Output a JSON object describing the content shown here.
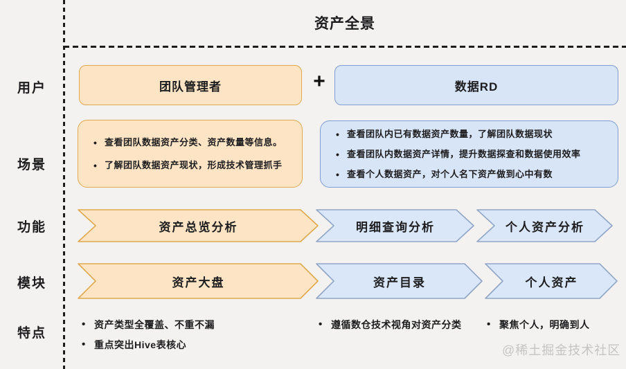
{
  "title": "资产全景",
  "rows": {
    "user": {
      "label": "用户",
      "team_manager": "团队管理者",
      "plus": "+",
      "data_rd": "数据RD"
    },
    "scene": {
      "label": "场景",
      "manager_bullets": [
        "查看团队数据资产分类、资产数量等信息。",
        "了解团队数据资产现状，形成技术管理抓手"
      ],
      "rd_bullets": [
        "查看团队内已有数据资产数量，了解团队数据现状",
        "查看团队内数据资产详情，提升数据探查和数据使用效率",
        "查看个人数据资产，对个人名下资产做到心中有数"
      ]
    },
    "function": {
      "label": "功能",
      "arrows": [
        "资产总览分析",
        "明细查询分析",
        "个人资产分析"
      ]
    },
    "module": {
      "label": "模块",
      "arrows": [
        "资产大盘",
        "资产目录",
        "个人资产"
      ]
    },
    "features": {
      "label": "特点",
      "overview": [
        "资产类型全覆盖、不重不漏",
        "重点突出Hive表核心"
      ],
      "catalog": [
        "遵循数仓技术视角对资产分类"
      ],
      "personal": [
        "聚焦个人，明确到人"
      ]
    }
  },
  "watermark": "@稀土掘金技术社区",
  "colors": {
    "background": "#f3f2f0",
    "orange_fill": "#fce4c4",
    "orange_border": "#dfa94e",
    "blue_fill": "#d8e5f7",
    "blue_border": "#7f9dd1",
    "blue_arrow_border": "#91a6c6"
  }
}
